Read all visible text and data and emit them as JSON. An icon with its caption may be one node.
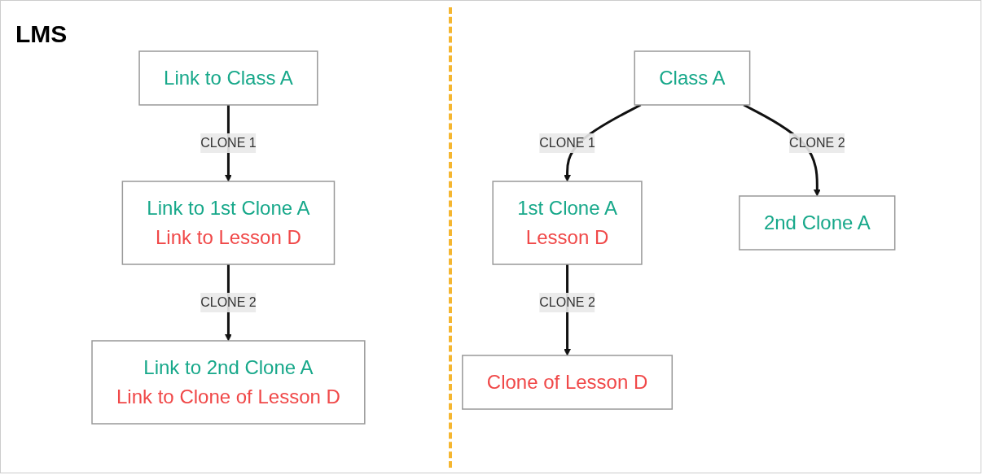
{
  "diagram": {
    "nodes": [
      {
        "text": [
          "Link to Class A"
        ]
      },
      {
        "text": [
          "Link to 1st Clone A",
          "Link to Lesson D"
        ]
      },
      {
        "text": [
          "Link to 2nd Clone A",
          "Link to Clone of Lesson D"
        ]
      },
      {
        "text": [
          "Class A"
        ]
      },
      {
        "text": [
          "1st Clone A",
          "Lesson D"
        ]
      },
      {
        "text": [
          "2nd Clone A"
        ]
      },
      {
        "text": [
          "Clone of Lesson D"
        ]
      }
    ],
    "edges": [
      {
        "from": 0,
        "to": 1,
        "arrow": "to",
        "label": "CLONE 1"
      },
      {
        "from": 1,
        "to": 2,
        "arrow": "to",
        "label": "CLONE 2"
      },
      {
        "from": 3,
        "to": 4,
        "arrow": "to",
        "label": "CLONE 1"
      },
      {
        "from": 3,
        "to": 5,
        "arrow": "to",
        "label": "CLONE 2"
      },
      {
        "from": 4,
        "to": 6,
        "arrow": "to",
        "label": "CLONE 2"
      }
    ],
    "labels": [
      "LMS"
    ]
  }
}
